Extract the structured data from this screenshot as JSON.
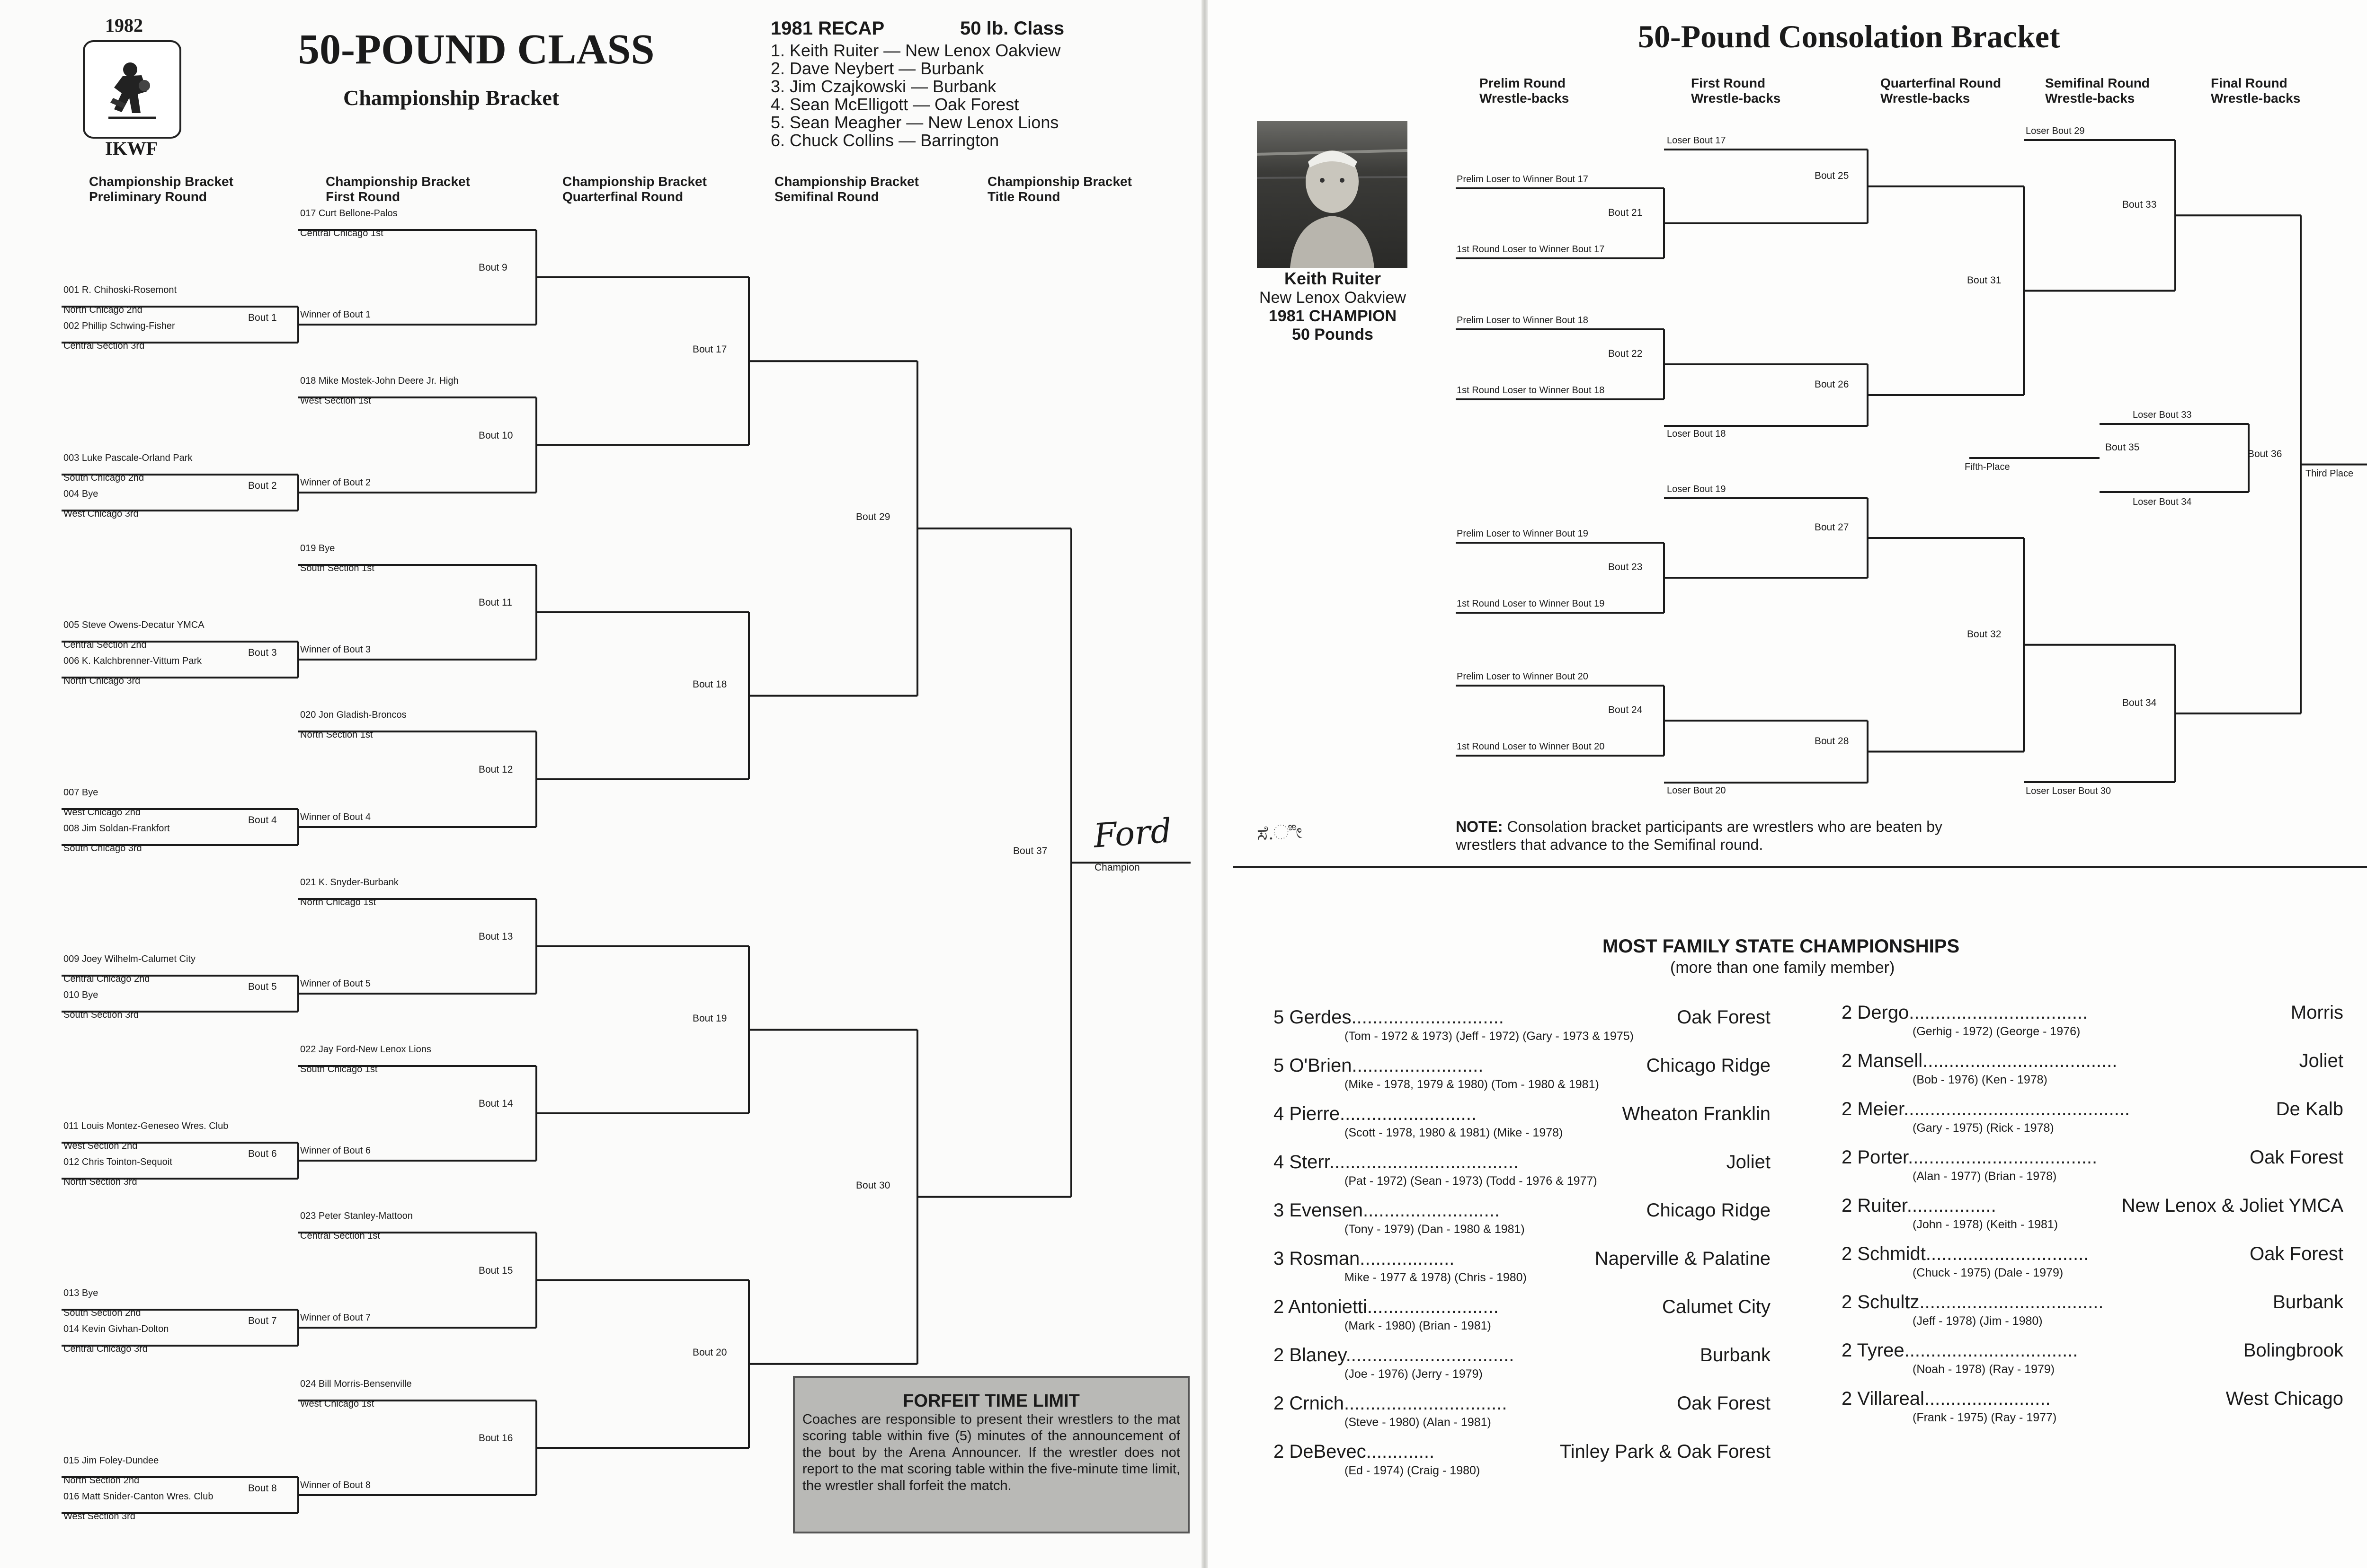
{
  "left": {
    "year": "1982",
    "org": "IKWF",
    "title": "50-POUND CLASS",
    "subtitle": "Championship Bracket",
    "recap": {
      "title": "1981 RECAP",
      "cls": "50 lb. Class",
      "lines": [
        "1.  Keith Ruiter — New Lenox Oakview",
        "2.  Dave Neybert — Burbank",
        "3.  Jim Czajkowski — Burbank",
        "4.  Sean McElligott — Oak Forest",
        "5.  Sean Meagher — New Lenox Lions",
        "6.  Chuck Collins — Barrington"
      ]
    },
    "columns": [
      [
        "Championship Bracket",
        "Preliminary Round"
      ],
      [
        "Championship Bracket",
        "First Round"
      ],
      [
        "Championship Bracket",
        "Quarterfinal Round"
      ],
      [
        "Championship Bracket",
        "Semifinal Round"
      ],
      [
        "Championship Bracket",
        "Title Round"
      ]
    ],
    "prelim_slots": [
      [
        "001 R. Chihoski-Rosemont",
        "North Chicago 2nd"
      ],
      [
        "002 Phillip Schwing-Fisher",
        "Central Section 3rd"
      ],
      [
        "003 Luke Pascale-Orland Park",
        "South Chicago 2nd"
      ],
      [
        "004 Bye",
        "West Chicago 3rd"
      ],
      [
        "005 Steve Owens-Decatur YMCA",
        "Central Section 2nd"
      ],
      [
        "006 K. Kalchbrenner-Vittum Park",
        "North Chicago 3rd"
      ],
      [
        "007 Bye",
        "West Chicago 2nd"
      ],
      [
        "008 Jim Soldan-Frankfort",
        "South Chicago 3rd"
      ],
      [
        "009 Joey Wilhelm-Calumet City",
        "Central Chicago 2nd"
      ],
      [
        "010 Bye",
        "South Section 3rd"
      ],
      [
        "011 Louis Montez-Geneseo Wres. Club",
        "West Section 2nd"
      ],
      [
        "012 Chris Tointon-Sequoit",
        "North Section 3rd"
      ],
      [
        "013 Bye",
        "South Section 2nd"
      ],
      [
        "014 Kevin Givhan-Dolton",
        "Central Chicago 3rd"
      ],
      [
        "015 Jim Foley-Dundee",
        "North Section 2nd"
      ],
      [
        "016 Matt Snider-Canton Wres. Club",
        "West Section 3rd"
      ]
    ],
    "first_round_slots": [
      [
        "017 Curt Bellone-Palos",
        "Central Chicago 1st"
      ],
      [
        "018 Mike Mostek-John Deere Jr. High",
        "West Section 1st"
      ],
      [
        "019 Bye",
        "South Section 1st"
      ],
      [
        "020 Jon Gladish-Broncos",
        "North Section 1st"
      ],
      [
        "021 K. Snyder-Burbank",
        "North Chicago 1st"
      ],
      [
        "022 Jay Ford-New Lenox Lions",
        "South Chicago 1st"
      ],
      [
        "023 Peter Stanley-Mattoon",
        "Central Section 1st"
      ],
      [
        "024 Bill Morris-Bensenville",
        "West Chicago 1st"
      ]
    ],
    "winner_labels": [
      "Winner of Bout 1",
      "Winner of Bout 2",
      "Winner of Bout 3",
      "Winner of Bout 4",
      "Winner of Bout 5",
      "Winner of Bout 6",
      "Winner of Bout 7",
      "Winner of Bout 8"
    ],
    "prelim_bouts": [
      "Bout 1",
      "Bout 2",
      "Bout 3",
      "Bout 4",
      "Bout 5",
      "Bout 6",
      "Bout 7",
      "Bout 8"
    ],
    "first_bouts": [
      "Bout 9",
      "Bout 10",
      "Bout 11",
      "Bout 12",
      "Bout 13",
      "Bout 14",
      "Bout 15",
      "Bout 16"
    ],
    "qf_bouts": [
      "Bout 17",
      "Bout 18",
      "Bout 19",
      "Bout 20"
    ],
    "sf_bouts": [
      "Bout 29",
      "Bout 30"
    ],
    "final_bout": "Bout 37",
    "champion_label": "Champion",
    "champion_handwritten": "Ford",
    "forfeit": {
      "title": "FORFEIT TIME LIMIT",
      "body": "Coaches are responsible to present their wrestlers to the mat scoring table within five (5) minutes of the announcement of the bout by the Arena Announcer. If the wrestler does not report to the mat scoring table within the five-minute time limit, the wrestler shall forfeit the match."
    }
  },
  "right": {
    "title": "50-Pound Consolation Bracket",
    "columns": [
      [
        "Prelim Round",
        "Wrestle-backs"
      ],
      [
        "First Round",
        "Wrestle-backs"
      ],
      [
        "Quarterfinal Round",
        "Wrestle-backs"
      ],
      [
        "Semifinal Round",
        "Wrestle-backs"
      ],
      [
        "Final Round",
        "Wrestle-backs"
      ]
    ],
    "photo_caption": {
      "name": "Keith Ruiter",
      "school": "New Lenox Oakview",
      "title": "1981 CHAMPION",
      "weight": "50 Pounds"
    },
    "prelim_pairs": [
      [
        "Prelim Loser to Winner Bout 17",
        "1st Round Loser to Winner Bout 17"
      ],
      [
        "Prelim Loser to Winner Bout 18",
        "1st Round Loser to Winner Bout 18"
      ],
      [
        "Prelim Loser to Winner Bout 19",
        "1st Round Loser to Winner Bout 19"
      ],
      [
        "Prelim Loser to Winner Bout 20",
        "1st Round Loser to Winner Bout 20"
      ]
    ],
    "prelim_bouts": [
      "Bout 21",
      "Bout 22",
      "Bout 23",
      "Bout 24"
    ],
    "loser_labels": [
      "Loser Bout 17",
      "Loser Bout 18",
      "Loser Bout 19",
      "Loser Bout 20"
    ],
    "first_bouts": [
      "Bout 25",
      "Bout 26",
      "Bout 27",
      "Bout 28"
    ],
    "qf_bouts": [
      "Bout 31",
      "Bout 32"
    ],
    "sf_labels": [
      "Loser Bout 29",
      "Loser Loser Bout 30"
    ],
    "sf_bouts": [
      "Bout 33",
      "Bout 34"
    ],
    "final_bout": "Bout 36",
    "third_place": "Third Place",
    "fifth": {
      "top": "Loser Bout 33",
      "bottom": "Loser Bout 34",
      "bout": "Bout 35",
      "label": "Fifth-Place"
    },
    "scribble": "ಸೆ.ಿೀ",
    "note_label": "NOTE:",
    "note_text": "Consolation bracket participants are wrestlers who are beaten by wrestlers that advance to the Semifinal round.",
    "family": {
      "title": "MOST FAMILY STATE CHAMPIONSHIPS",
      "subtitle": "(more than one family member)",
      "left": [
        {
          "entry": "5 Gerdes.............................",
          "school": "Oak Forest",
          "members": "(Tom - 1972 & 1973)   (Jeff - 1972)   (Gary - 1973 & 1975)"
        },
        {
          "entry": "5 O'Brien.........................",
          "school": "Chicago Ridge",
          "members": "(Mike - 1978, 1979 & 1980)   (Tom - 1980 & 1981)"
        },
        {
          "entry": "4 Pierre..........................",
          "school": "Wheaton Franklin",
          "members": "(Scott - 1978, 1980 & 1981)   (Mike - 1978)"
        },
        {
          "entry": "4 Sterr....................................",
          "school": "Joliet",
          "members": "(Pat - 1972)   (Sean - 1973)   (Todd - 1976 & 1977)"
        },
        {
          "entry": "3 Evensen..........................",
          "school": "Chicago Ridge",
          "members": "(Tony - 1979)   (Dan - 1980 & 1981)"
        },
        {
          "entry": "3 Rosman..................",
          "school": "Naperville & Palatine",
          "members": "Mike - 1977 & 1978)   (Chris - 1980)"
        },
        {
          "entry": "2 Antonietti.........................",
          "school": "Calumet City",
          "members": "(Mark - 1980)   (Brian - 1981)"
        },
        {
          "entry": "2 Blaney................................",
          "school": "Burbank",
          "members": "(Joe - 1976)   (Jerry - 1979)"
        },
        {
          "entry": "2 Crnich...............................",
          "school": "Oak Forest",
          "members": "(Steve - 1980)   (Alan - 1981)"
        },
        {
          "entry": "2 DeBevec.............",
          "school": "Tinley Park & Oak Forest",
          "members": "(Ed - 1974)   (Craig - 1980)"
        }
      ],
      "right": [
        {
          "entry": "2 Dergo..................................",
          "school": "Morris",
          "members": "(Gerhig - 1972)   (George - 1976)"
        },
        {
          "entry": "2 Mansell.....................................",
          "school": "Joliet",
          "members": "(Bob - 1976)   (Ken - 1978)"
        },
        {
          "entry": "2 Meier...........................................",
          "school": "De Kalb",
          "members": "(Gary - 1975)   (Rick - 1978)"
        },
        {
          "entry": "2 Porter....................................",
          "school": "Oak Forest",
          "members": "(Alan - 1977)   (Brian - 1978)"
        },
        {
          "entry": "2 Ruiter.................",
          "school": "New Lenox & Joliet YMCA",
          "members": "(John - 1978)   (Keith - 1981)"
        },
        {
          "entry": "2 Schmidt...............................",
          "school": "Oak Forest",
          "members": "(Chuck - 1975)   (Dale - 1979)"
        },
        {
          "entry": "2 Schultz...................................",
          "school": "Burbank",
          "members": "(Jeff - 1978)   (Jim - 1980)"
        },
        {
          "entry": "2 Tyree.................................",
          "school": "Bolingbrook",
          "members": "(Noah - 1978)   (Ray - 1979)"
        },
        {
          "entry": "2 Villareal........................",
          "school": "West Chicago",
          "members": "(Frank - 1975)   (Ray - 1977)"
        }
      ]
    }
  }
}
